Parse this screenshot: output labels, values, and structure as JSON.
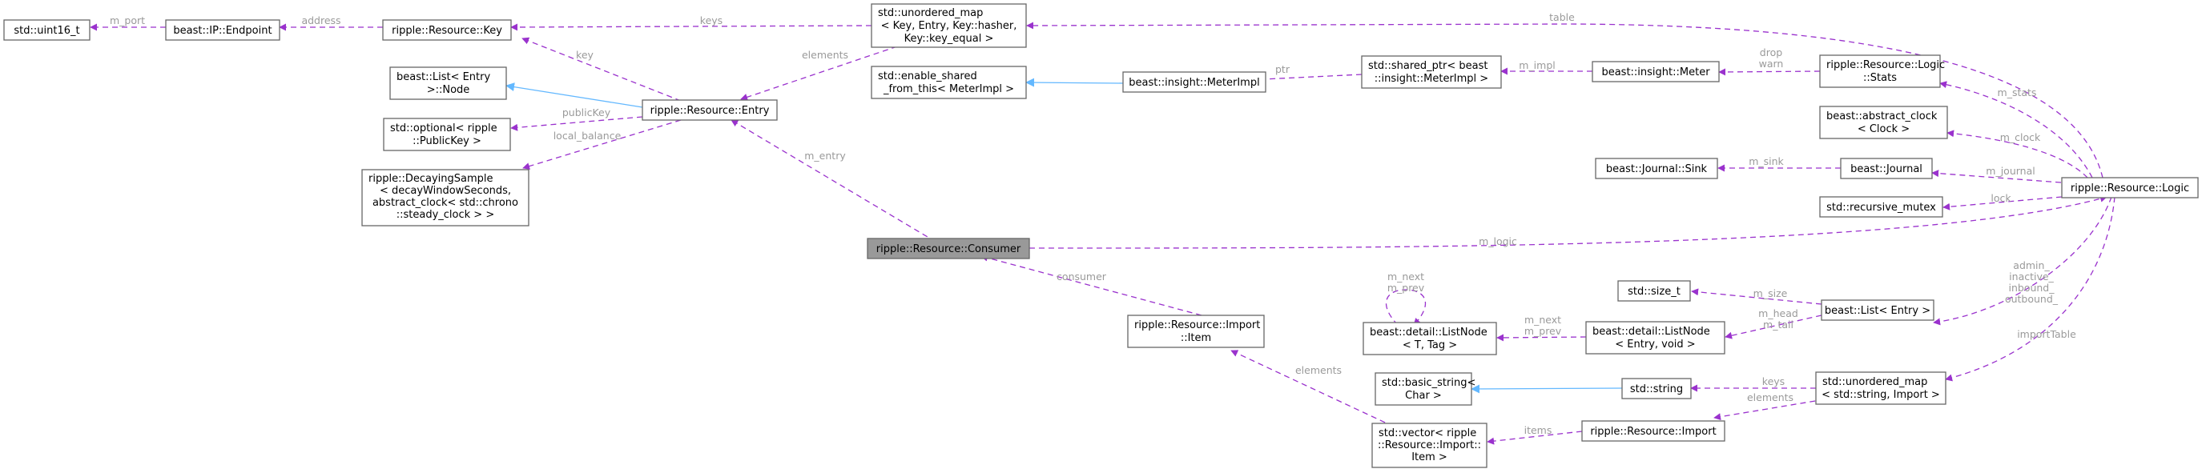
{
  "colors": {
    "dependency_edge": "#9a32cd",
    "inheritance_edge": "#63b8ff",
    "node_border": "#666666",
    "highlight_fill": "#999999",
    "label_text": "#9a9a9a"
  },
  "nodes": {
    "uint16": [
      "std::uint16_t"
    ],
    "endpoint": [
      "beast::IP::Endpoint"
    ],
    "key": [
      "ripple::Resource::Key"
    ],
    "unordered_map_key": [
      "std::unordered_map",
      "< Key, Entry, Key::hasher,",
      "Key::key_equal >"
    ],
    "list_node_entry": [
      "beast::List< Entry",
      ">::Node"
    ],
    "entry": [
      "ripple::Resource::Entry"
    ],
    "optional_pubkey": [
      "std::optional< ripple",
      "::PublicKey >"
    ],
    "decaying_sample": [
      "ripple::DecayingSample",
      "< decayWindowSeconds,",
      "abstract_clock< std::chrono",
      "::steady_clock > >"
    ],
    "enable_shared": [
      "std::enable_shared",
      "_from_this< MeterImpl >"
    ],
    "meter_impl": [
      "beast::insight::MeterImpl"
    ],
    "shared_ptr": [
      "std::shared_ptr< beast",
      "::insight::MeterImpl >"
    ],
    "meter": [
      "beast::insight::Meter"
    ],
    "logic_stats": [
      "ripple::Resource::Logic",
      "::Stats"
    ],
    "abstract_clock": [
      "beast::abstract_clock",
      "< Clock >"
    ],
    "journal_sink": [
      "beast::Journal::Sink"
    ],
    "journal": [
      "beast::Journal"
    ],
    "logic": [
      "ripple::Resource::Logic"
    ],
    "recursive_mutex": [
      "std::recursive_mutex"
    ],
    "consumer": [
      "ripple::Resource::Consumer"
    ],
    "import_item": [
      "ripple::Resource::Import",
      "::Item"
    ],
    "size_t": [
      "std::size_t"
    ],
    "list_entry": [
      "beast::List< Entry >"
    ],
    "detail_listnode_tag": [
      "beast::detail::ListNode",
      "< T, Tag >"
    ],
    "detail_listnode_entry": [
      "beast::detail::ListNode",
      "< Entry, void >"
    ],
    "basic_string": [
      "std::basic_string<",
      "Char >"
    ],
    "string": [
      "std::string"
    ],
    "unordered_map_import": [
      "std::unordered_map",
      "< std::string, Import >"
    ],
    "vector_item": [
      "std::vector< ripple",
      "::Resource::Import::",
      "Item >"
    ],
    "import": [
      "ripple::Resource::Import"
    ]
  },
  "labels": {
    "m_port": "m_port",
    "address": "address",
    "keys_top": "keys",
    "key": "key",
    "elements_top": "elements",
    "publicKey": "publicKey",
    "local_balance": "local_balance",
    "m_entry": "m_entry",
    "ptr": "ptr",
    "m_impl": "m_impl",
    "drop": "drop",
    "warn": "warn",
    "table": "table",
    "m_stats": "m_stats",
    "m_clock": "m_clock",
    "m_sink": "m_sink",
    "m_journal": "m_journal",
    "lock": "lock",
    "m_logic": "m_logic",
    "consumer": "consumer",
    "m_next_self": "m_next",
    "m_prev_self": "m_prev",
    "m_size": "m_size",
    "admin": "admin_",
    "inactive": "inactive_",
    "inbound": "inbound_",
    "outbound": "outbound_",
    "m_next": "m_next",
    "m_prev": "m_prev",
    "m_head": "m_head",
    "m_tail": "m_tail",
    "elements_mid": "elements",
    "importTable": "importTable",
    "keys_bottom": "keys",
    "elements_bottom": "elements",
    "items": "items"
  }
}
